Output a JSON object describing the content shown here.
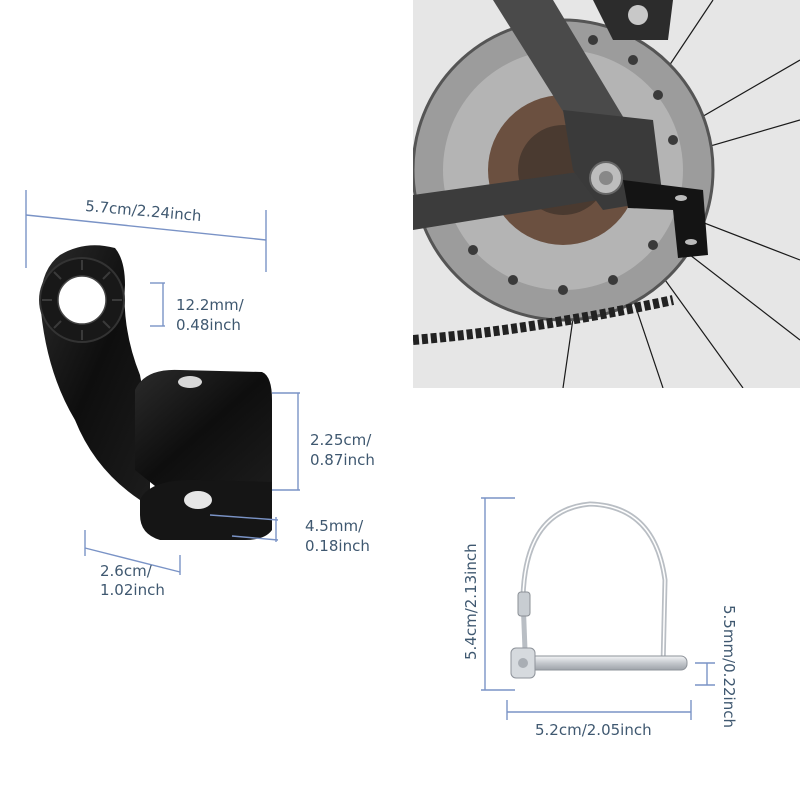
{
  "colors": {
    "dimension_line": "#7a93c6",
    "label_text": "#3f5870",
    "bracket": "#121212",
    "pin_metal": "#cfd3d8"
  },
  "bracket_dimensions": {
    "width_label": "5.7cm/2.24inch",
    "hole_line1": "12.2mm/",
    "hole_line2": "0.48inch",
    "height_line1": "2.25cm/",
    "height_line2": "0.87inch",
    "thickness_line1": "4.5mm/",
    "thickness_line2": "0.18inch",
    "depth_line1": "2.6cm/",
    "depth_line2": "1.02inch"
  },
  "pin_dimensions": {
    "height_label": "5.4cm/2.13inch",
    "width_label": "5.2cm/2.05inch",
    "diameter_label": "5.5mm/0.22inch"
  }
}
